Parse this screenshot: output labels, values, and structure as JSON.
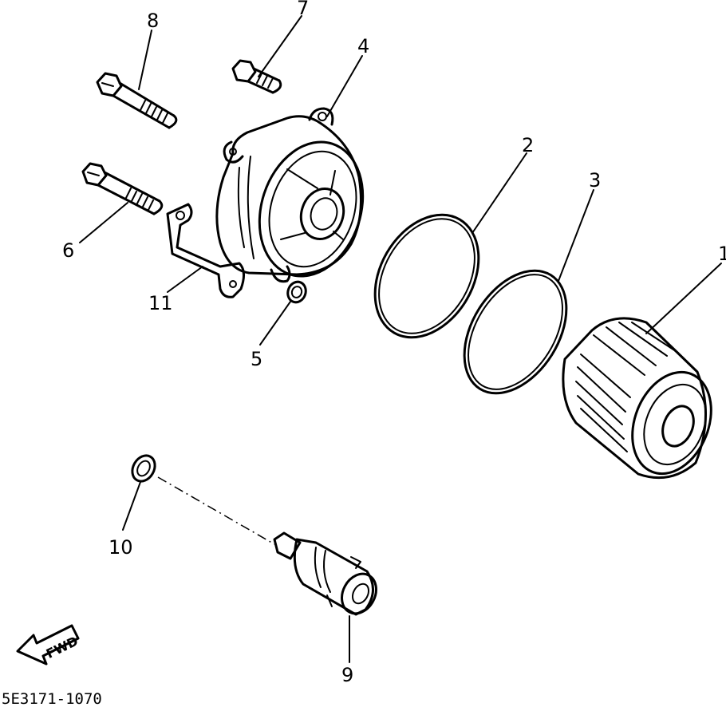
{
  "callouts": {
    "c1": "1",
    "c2": "2",
    "c3": "3",
    "c4": "4",
    "c5": "5",
    "c6": "6",
    "c7": "7",
    "c8": "8",
    "c9": "9",
    "c10": "10",
    "c11": "11"
  },
  "front_arrow_label": "FWD",
  "diagram_code": "5E3171-1070"
}
